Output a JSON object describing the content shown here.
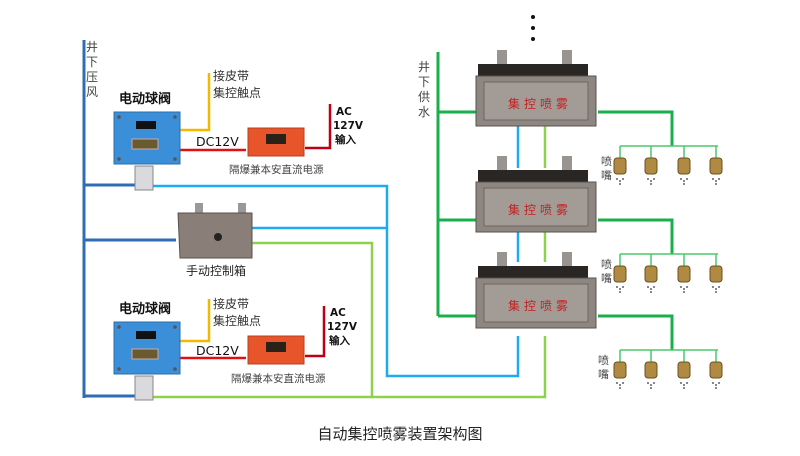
{
  "caption": "自动集控喷雾装置架构图",
  "left_supply": {
    "label": "井下压风"
  },
  "right_supply": {
    "label": "井下供水"
  },
  "continuation_mark": "⋮",
  "valves": [
    {
      "title": "电动球阀",
      "belt_contact_label_line1": "接皮带",
      "belt_contact_label_line2": "集控触点",
      "dc_label": "DC12V",
      "power_supply_label": "隔爆兼本安直流电源",
      "ac_line1": "AC",
      "ac_line2": "127V",
      "ac_line3": "输入"
    },
    {
      "title": "电动球阀",
      "belt_contact_label_line1": "接皮带",
      "belt_contact_label_line2": "集控触点",
      "dc_label": "DC12V",
      "power_supply_label": "隔爆兼本安直流电源",
      "ac_line1": "AC",
      "ac_line2": "127V",
      "ac_line3": "输入"
    }
  ],
  "manual_box": {
    "label": "手动控制箱"
  },
  "spray_boxes": [
    {
      "label": "集控喷雾"
    },
    {
      "label": "集控喷雾"
    },
    {
      "label": "集控喷雾"
    }
  ],
  "nozzle_groups": [
    {
      "label": "喷嘴",
      "count": 4
    },
    {
      "label": "喷嘴",
      "count": 4
    },
    {
      "label": "喷嘴",
      "count": 4
    }
  ],
  "colors": {
    "air_line": "#2e6db4",
    "blue_signal": "#1eaaf0",
    "green_signal": "#8fd14f",
    "water_line": "#18b04a",
    "belt_wire": "#f5b800",
    "dc_wire": "#e01010",
    "ac_wire": "#c00010",
    "valve_box": "#3a8fd8",
    "power_box": "#e8552a",
    "steel_box": "#8a7e78"
  }
}
